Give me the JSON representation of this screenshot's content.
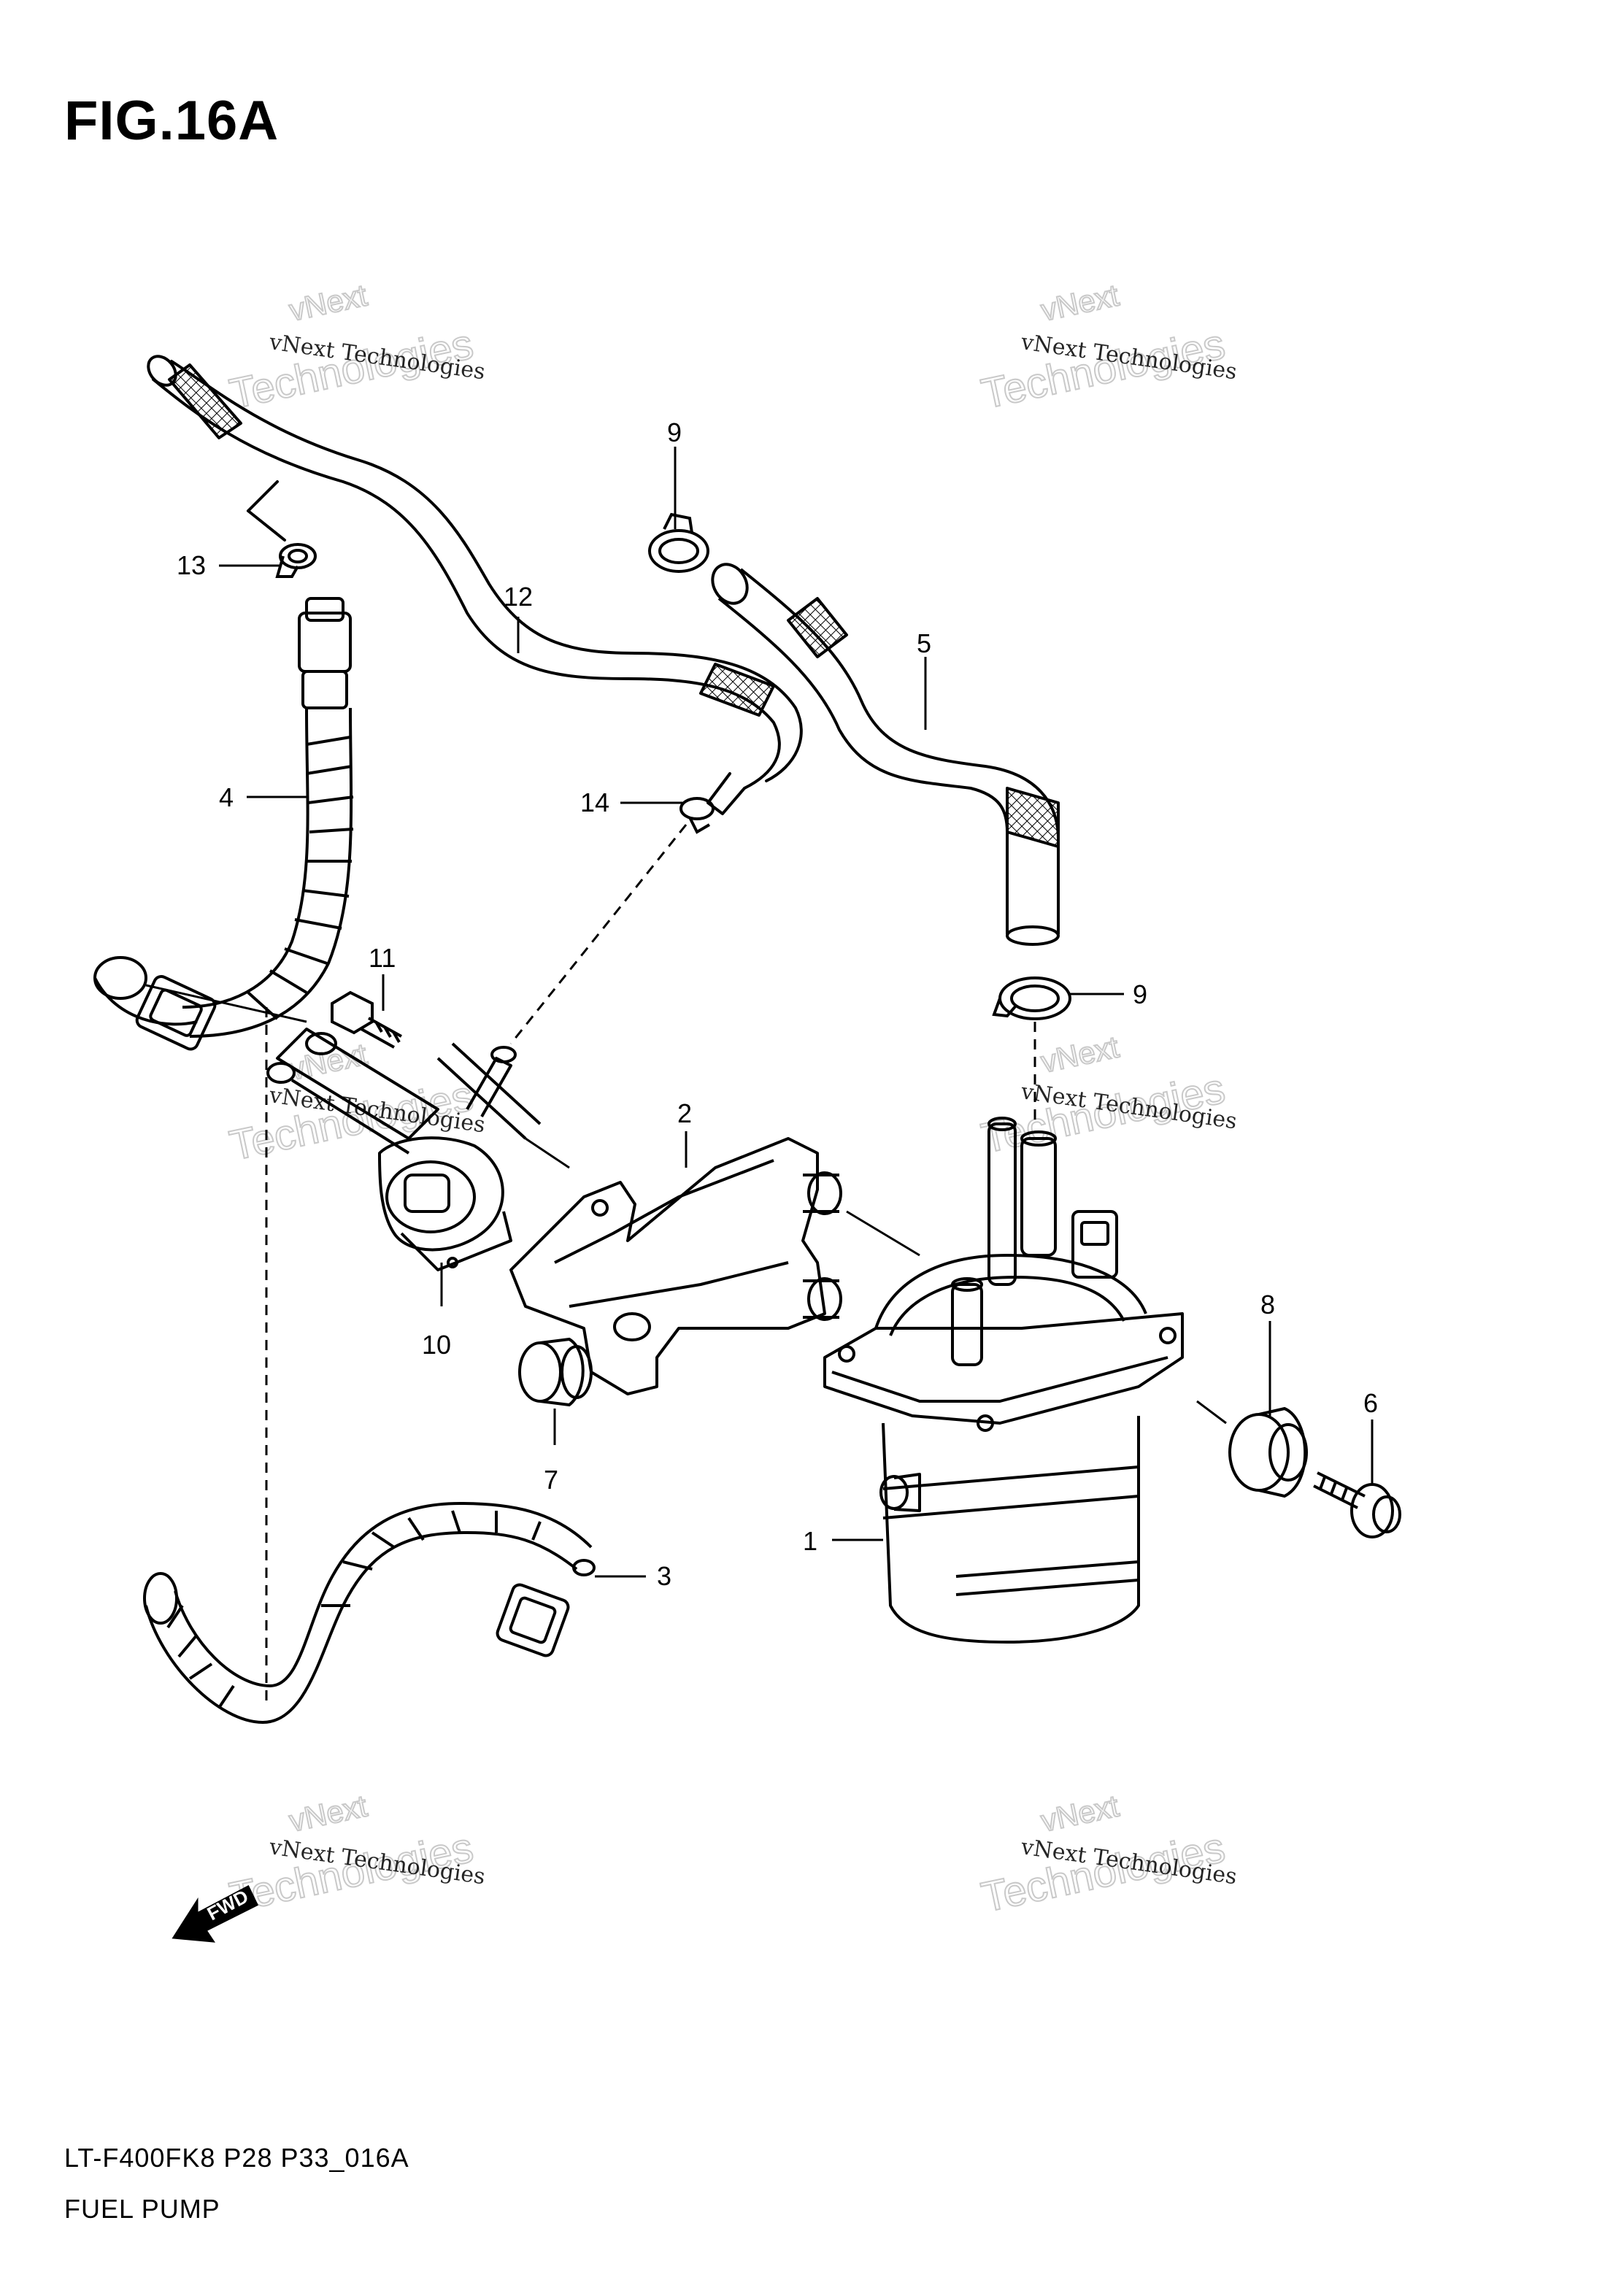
{
  "figure": {
    "title": "FIG.16A",
    "code": "LT-F400FK8 P28 P33_016A",
    "name": "FUEL PUMP"
  },
  "callouts": [
    {
      "id": "c1",
      "label": "1"
    },
    {
      "id": "c2",
      "label": "2"
    },
    {
      "id": "c3",
      "label": "3"
    },
    {
      "id": "c4",
      "label": "4"
    },
    {
      "id": "c5",
      "label": "5"
    },
    {
      "id": "c6",
      "label": "6"
    },
    {
      "id": "c7",
      "label": "7"
    },
    {
      "id": "c8",
      "label": "8"
    },
    {
      "id": "c9a",
      "label": "9"
    },
    {
      "id": "c9b",
      "label": "9"
    },
    {
      "id": "c10",
      "label": "10"
    },
    {
      "id": "c11",
      "label": "11"
    },
    {
      "id": "c12",
      "label": "12"
    },
    {
      "id": "c13",
      "label": "13"
    },
    {
      "id": "c14",
      "label": "14"
    }
  ],
  "watermark": {
    "company": "vNext Technologies",
    "brand": "vNext",
    "word": "Technologies"
  },
  "direction_arrow": "FWD"
}
